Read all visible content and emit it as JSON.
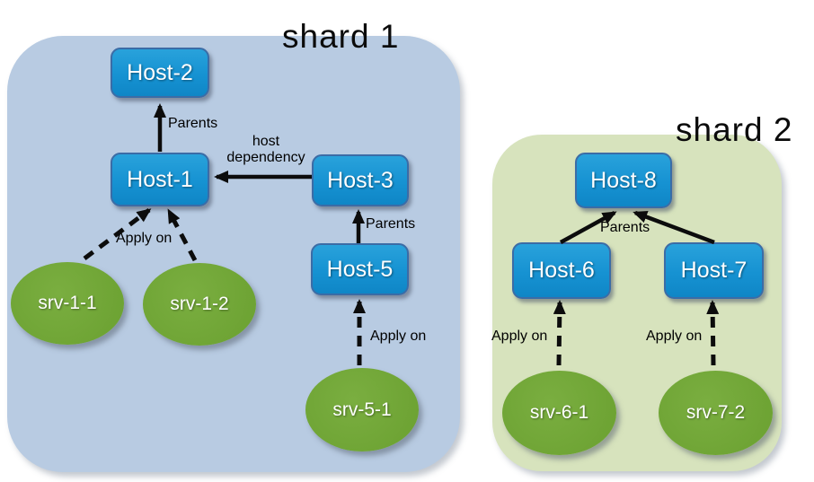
{
  "shards": [
    {
      "title": "shard 1",
      "hosts": [
        "Host-2",
        "Host-1",
        "Host-3",
        "Host-5"
      ],
      "services": [
        "srv-1-1",
        "srv-1-2",
        "srv-5-1"
      ]
    },
    {
      "title": "shard 2",
      "hosts": [
        "Host-8",
        "Host-6",
        "Host-7"
      ],
      "services": [
        "srv-6-1",
        "srv-7-2"
      ]
    }
  ],
  "edges": [
    {
      "from": "Host-1",
      "to": "Host-2",
      "style": "solid",
      "label": "Parents"
    },
    {
      "from": "Host-3",
      "to": "Host-1",
      "style": "solid",
      "label": "host dependency"
    },
    {
      "from": "Host-5",
      "to": "Host-3",
      "style": "solid",
      "label": "Parents"
    },
    {
      "from": "srv-1-1",
      "to": "Host-1",
      "style": "dashed",
      "label": "Apply on"
    },
    {
      "from": "srv-1-2",
      "to": "Host-1",
      "style": "dashed",
      "label": ""
    },
    {
      "from": "srv-5-1",
      "to": "Host-5",
      "style": "dashed",
      "label": "Apply on"
    },
    {
      "from": "Host-6",
      "to": "Host-8",
      "style": "solid",
      "label": "Parents"
    },
    {
      "from": "Host-7",
      "to": "Host-8",
      "style": "solid",
      "label": ""
    },
    {
      "from": "srv-6-1",
      "to": "Host-6",
      "style": "dashed",
      "label": "Apply on"
    },
    {
      "from": "srv-7-2",
      "to": "Host-7",
      "style": "dashed",
      "label": "Apply on"
    }
  ],
  "colors": {
    "shard1_bg": "#b8cbe2",
    "shard2_bg": "#d7e3bd",
    "host_fill": "#1795d3",
    "host_border": "#3b6ca6",
    "service_fill": "#70a437",
    "arrow": "#0c0c0c",
    "text_on_node": "#ffffff",
    "label_text": "#000000"
  }
}
